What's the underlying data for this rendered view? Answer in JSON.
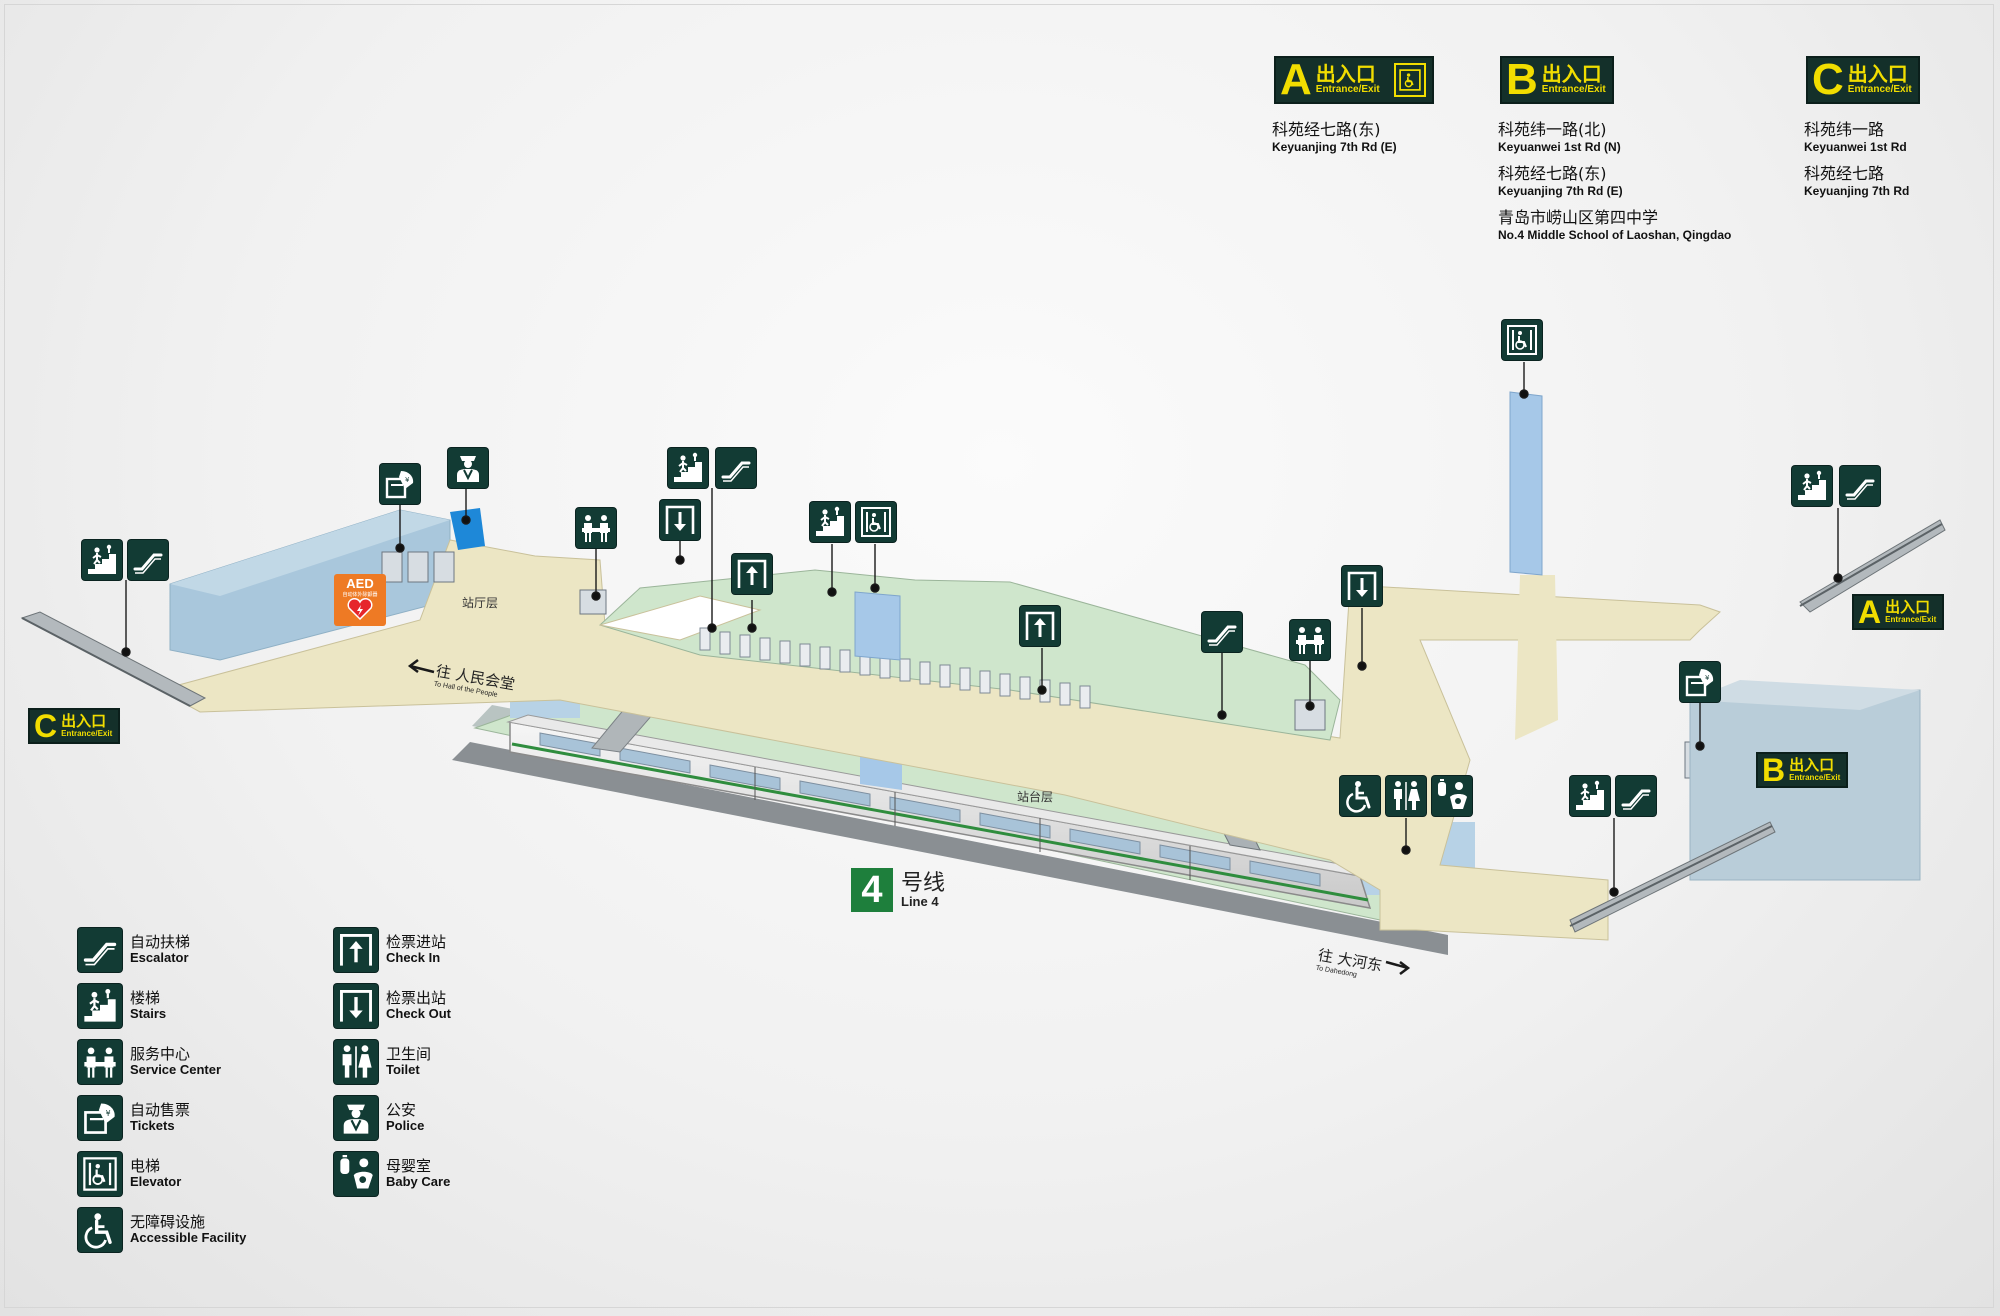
{
  "colors": {
    "sign_bg": "#14302a",
    "sign_text": "#f1dd00",
    "concourse": "#ece6c4",
    "platform": "#cfe6cc",
    "structure_blue": "#a6c8e8",
    "icon_bg": "#123b34",
    "aed": "#ee7a24",
    "line4": "#1e7f3c"
  },
  "exits_top": [
    {
      "letter": "A",
      "cn": "出入口",
      "en": "Entrance/Exit",
      "has_elevator_icon": true,
      "destinations": [
        {
          "cn": "科苑经七路(东)",
          "en": "Keyuanjing 7th Rd (E)"
        }
      ]
    },
    {
      "letter": "B",
      "cn": "出入口",
      "en": "Entrance/Exit",
      "has_elevator_icon": false,
      "destinations": [
        {
          "cn": "科苑纬一路(北)",
          "en": "Keyuanwei 1st Rd (N)"
        },
        {
          "cn": "科苑经七路(东)",
          "en": "Keyuanjing 7th Rd (E)"
        },
        {
          "cn": "青岛市崂山区第四中学",
          "en": "No.4 Middle School of Laoshan, Qingdao"
        }
      ]
    },
    {
      "letter": "C",
      "cn": "出入口",
      "en": "Entrance/Exit",
      "has_elevator_icon": false,
      "destinations": [
        {
          "cn": "科苑纬一路",
          "en": "Keyuanwei 1st Rd"
        },
        {
          "cn": "科苑经七路",
          "en": "Keyuanjing 7th Rd"
        }
      ]
    }
  ],
  "map_exits": {
    "c": {
      "letter": "C",
      "cn": "出入口",
      "en": "Entrance/Exit"
    },
    "a": {
      "letter": "A",
      "cn": "出入口",
      "en": "Entrance/Exit"
    },
    "b": {
      "letter": "B",
      "cn": "出入口",
      "en": "Entrance/Exit"
    }
  },
  "labels": {
    "concourse": "站厅层",
    "platform": "站台层",
    "to_west_cn": "往 人民会堂",
    "to_west_en": "To Hall of the People",
    "to_east_cn": "往 大河东",
    "to_east_en": "To Dahedong",
    "aed": "AED",
    "aed_sub": "自动体外除颤器",
    "line_num": "4",
    "line_cn": "号线",
    "line_en": "Line 4"
  },
  "map_icons": [
    {
      "icon": "stairs"
    },
    {
      "icon": "escalator"
    },
    {
      "icon": "tickets"
    },
    {
      "icon": "police"
    },
    {
      "icon": "service"
    },
    {
      "icon": "stairs"
    },
    {
      "icon": "escalator"
    },
    {
      "icon": "checkout"
    },
    {
      "icon": "checkin"
    },
    {
      "icon": "stairs"
    },
    {
      "icon": "elevator"
    },
    {
      "icon": "checkin"
    },
    {
      "icon": "escalator"
    },
    {
      "icon": "service"
    },
    {
      "icon": "checkout"
    },
    {
      "icon": "elevator"
    },
    {
      "icon": "stairs"
    },
    {
      "icon": "escalator"
    },
    {
      "icon": "tickets"
    },
    {
      "icon": "accessible"
    },
    {
      "icon": "toilet"
    },
    {
      "icon": "babycare"
    },
    {
      "icon": "stairs"
    },
    {
      "icon": "escalator"
    }
  ],
  "legend": [
    {
      "icon": "escalator",
      "cn": "自动扶梯",
      "en": "Escalator"
    },
    {
      "icon": "stairs",
      "cn": "楼梯",
      "en": "Stairs"
    },
    {
      "icon": "service",
      "cn": "服务中心",
      "en": "Service Center"
    },
    {
      "icon": "tickets",
      "cn": "自动售票",
      "en": "Tickets"
    },
    {
      "icon": "elevator",
      "cn": "电梯",
      "en": "Elevator"
    },
    {
      "icon": "accessible",
      "cn": "无障碍设施",
      "en": "Accessible Facility"
    },
    {
      "icon": "checkin",
      "cn": "检票进站",
      "en": "Check In"
    },
    {
      "icon": "checkout",
      "cn": "检票出站",
      "en": "Check Out"
    },
    {
      "icon": "toilet",
      "cn": "卫生间",
      "en": "Toilet"
    },
    {
      "icon": "police",
      "cn": "公安",
      "en": "Police"
    },
    {
      "icon": "babycare",
      "cn": "母婴室",
      "en": "Baby Care"
    }
  ]
}
